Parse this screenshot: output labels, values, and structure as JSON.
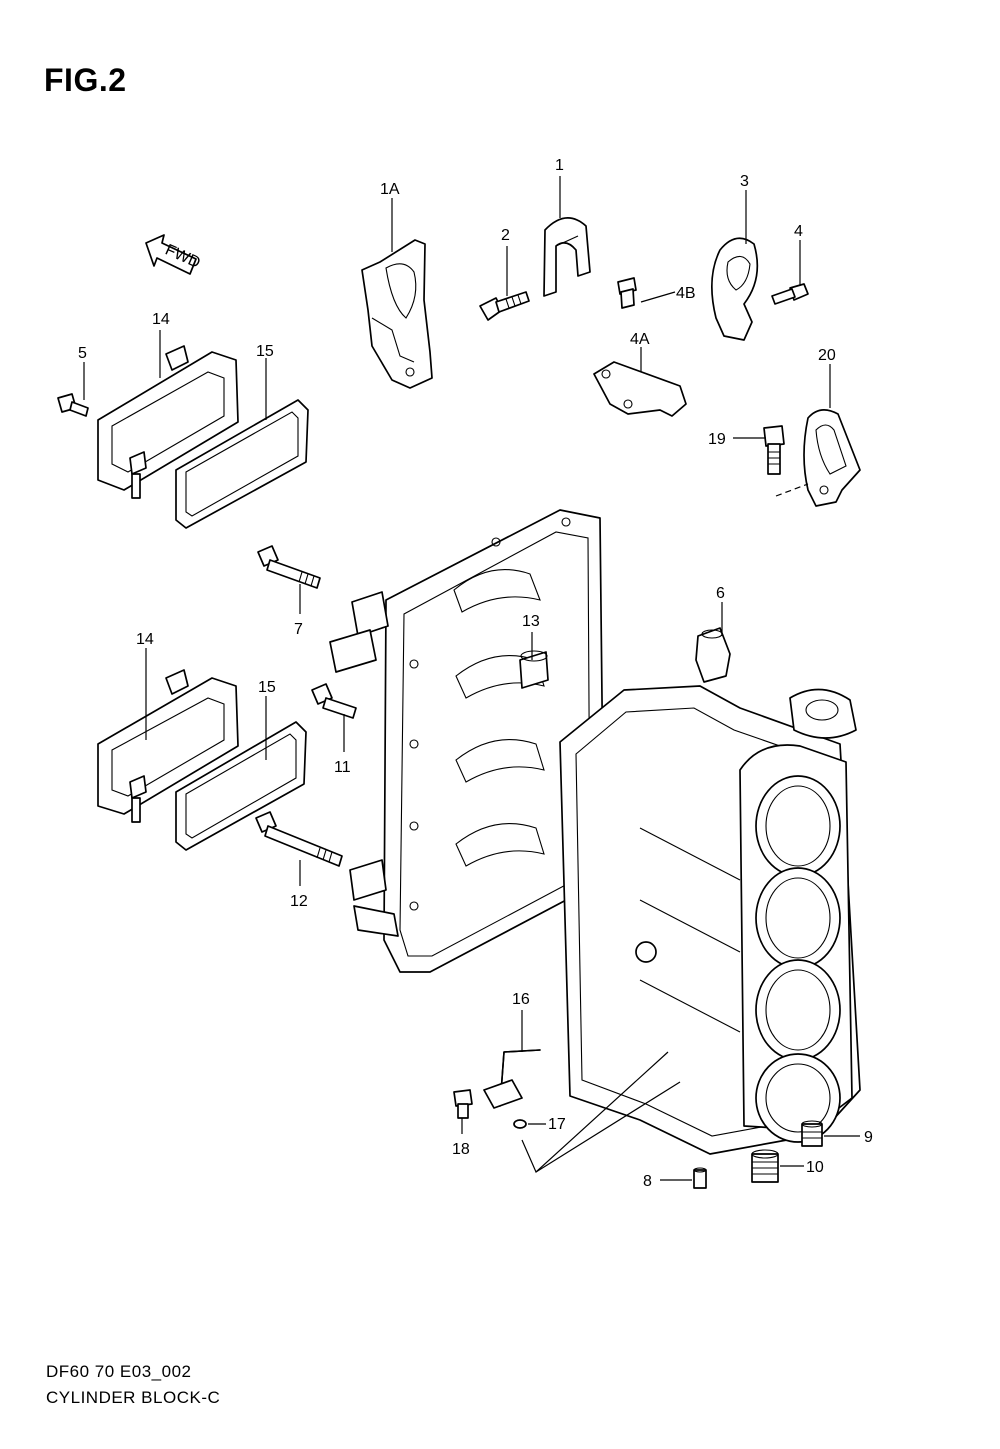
{
  "figure": {
    "title": "FIG.2"
  },
  "footer": {
    "code": "DF60 70 E03_002",
    "name": "CYLINDER BLOCK-C"
  },
  "fwd_badge": {
    "text": "FWD"
  },
  "callouts": [
    "1",
    "1A",
    "2",
    "3",
    "4",
    "4A",
    "4B",
    "5",
    "6",
    "7",
    "8",
    "9",
    "10",
    "11",
    "12",
    "13",
    "14",
    "14",
    "15",
    "15",
    "16",
    "17",
    "18",
    "19",
    "20"
  ]
}
